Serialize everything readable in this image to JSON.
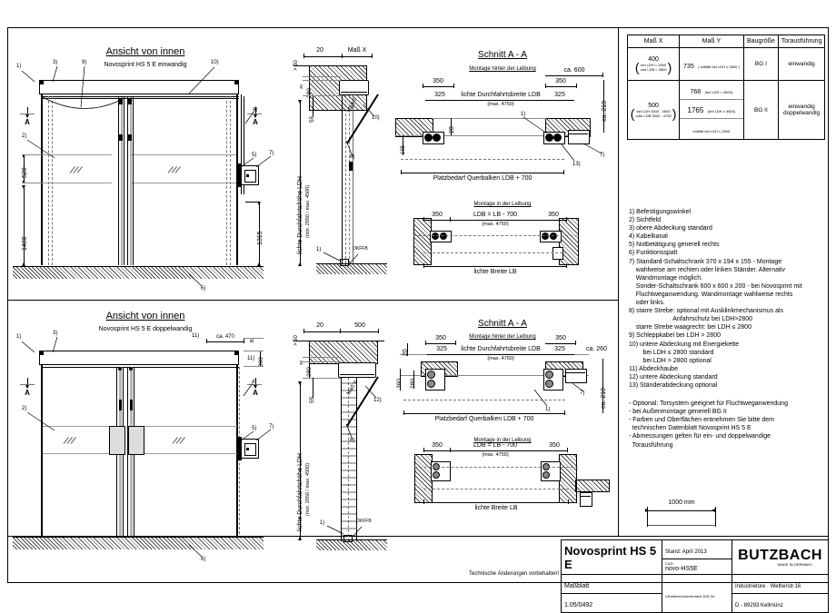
{
  "sheet": {
    "scale_bar_label": "1000 mm"
  },
  "table": {
    "headers": [
      "Maß X",
      "Maß Y",
      "Baugröße",
      "Torausführung"
    ],
    "rows": [
      {
        "mass_x_main": "400",
        "mass_x_note1": "bei LDH < 3300",
        "mass_x_note2": "und LDB < 3500",
        "mass_y": [
          {
            "value": "735",
            "note": "( entfällt bei LDH ≤ 2800 )"
          }
        ],
        "baugroesse": "BG I",
        "torausfuehrung": [
          "einwandig"
        ]
      },
      {
        "mass_x_main": "500",
        "mass_x_note1": "bei LDH  3300 - 4500",
        "mass_x_note2": "oder LDB  3500 - 4750",
        "mass_y": [
          {
            "value": "768",
            "note": "(bei LDH < 3600)"
          },
          {
            "value": "1765",
            "note": "(bei LDH ≥ 3600)"
          },
          {
            "value": "",
            "note": "entfällt bei LDH ≤ 2800"
          }
        ],
        "baugroesse": "BG II",
        "torausfuehrung": [
          "einwandig",
          "doppelwandig"
        ]
      }
    ]
  },
  "notes": {
    "items": [
      "1) Befestigungswinkel",
      "2) Sichtfeld",
      "3) obere Abdeckung standard",
      "4) Kabelkanal",
      "5) Notbetätigung generell rechts",
      "6) Funktionsspalt",
      "7) Standard-Schaltschrank 370 x 194 x 155 - Montage",
      "    wahlweise am rechten oder linken Ständer. Alternativ",
      "    Wandmontage möglich.",
      "    Sonder-Schaltschrank 600 x 600 x 200 - bei Novosprint mit",
      "    Fluchtweganwendung. Wandmontage wahlweise rechts",
      "    oder links.",
      "8) starre Strebe: optional mit Ausklinkmechanismus als",
      "                         Anfahrschutz bei LDH>2800",
      "    starre Strebe waagrecht: bei LDH ≤ 2800",
      "9) Schleppkabel bei LDH > 2800",
      "10) untere Abdeckung mit Energiekette",
      "        bei LDH ≤ 2800 standard",
      "        bei LDH > 2800 optional",
      "11) Abdeckhaube",
      "12) untere Abdeckung standard",
      "13) Ständerabdeckung optional"
    ],
    "footnotes": [
      "- Optional: Torsystem geeignet für Fluchtweganwendung",
      "- bei Außenmontage generell BG II",
      "- Farben und Oberflächen entnehmen Sie bitte dem",
      "  technischen Datenblatt Novosprint HS 5 E",
      "- Abmessungen gelten für ein- und doppelwandige",
      "  Torausführung"
    ]
  },
  "view_top": {
    "title": "Ansicht von innen",
    "subtitle": "Novosprint HS 5 E einwandig",
    "dims": {
      "d520": "520",
      "d1480": "1480",
      "d1315": "1315"
    },
    "section_mark": "A",
    "callouts": [
      "1)",
      "3)",
      "9)",
      "10)",
      "4)",
      "5)",
      "7)",
      "2)",
      "6)"
    ]
  },
  "view_bottom": {
    "title": "Ansicht von innen",
    "subtitle": "Novosprint HS 5 E doppelwandig",
    "dims": {
      "d470": "ca. 470",
      "d30": "30",
      "d300": "300"
    },
    "section_mark": "A",
    "callouts": [
      "1)",
      "3)",
      "11)",
      "4)",
      "5)",
      "7)",
      "2)",
      "6)"
    ]
  },
  "vsection_top": {
    "d50": "> 50",
    "d20": "20",
    "massx": "Maß X",
    "d30": "30",
    "d280": "280",
    "d55": "55",
    "ldh": "lichte Durchfahrtshöhe LDH",
    "ldh_note": "(min. 2050 / max. 4500)",
    "massy": "Maß Y",
    "okffb": "OKFFB",
    "callouts": [
      "10)",
      "8)",
      "1)"
    ]
  },
  "vsection_bottom": {
    "d50": "> 50",
    "d20": "20",
    "d500": "500",
    "d30": "30",
    "d280": "280",
    "d55": "55",
    "ldh": "lichte Durchfahrtshöhe LDH",
    "ldh_note": "(min. 2050 / max. 4500)",
    "massy": "Maß Y",
    "okffb": "OKFFB",
    "callouts": [
      "12)",
      "8)",
      "1)"
    ]
  },
  "schnitt_top": {
    "title": "Schnitt A - A",
    "subtitle": "Montage hinter der Leibung",
    "d350_l": "350",
    "d325_l": "325",
    "ldb": "lichte Durchfahrtsbreite LDB",
    "ldb_note": "(max. 4750)",
    "d350_r": "350",
    "d325_r": "325",
    "d600": "ca. 600",
    "d210": "ca. 210",
    "d20": "20",
    "d195": "195",
    "platzbedarf": "Platzbedarf Querbalken LDB + 700",
    "callouts": [
      "1)",
      "7)",
      "13)"
    ]
  },
  "schnitt_top2": {
    "subtitle": "Montage in der Leibung",
    "d350_l": "350",
    "ldb": "LDB = LB - 700",
    "ldb_note": "(max. 4750)",
    "d350_r": "350",
    "lb": "lichte Breite LB"
  },
  "schnitt_bot": {
    "title": "Schnitt A - A",
    "subtitle": "Montage hinter der Leibung",
    "d350_l": "350",
    "d325_l": "325",
    "ldb": "lichte Durchfahrtsbreite LDB",
    "ldb_note": "(max. 4750)",
    "d350_r": "350",
    "d325_r": "325",
    "d260": "ca. 260",
    "d210": "ca. 210",
    "d20": "20",
    "d360": "360",
    "d280": "280",
    "platzbedarf": "Platzbedarf Querbalken LDB + 700",
    "callouts": [
      "1)",
      "7)"
    ]
  },
  "schnitt_bot2": {
    "subtitle": "Montage in der Leibung",
    "d350_l": "350",
    "ldb": "LDB = LB - 700",
    "ldb_note": "(max. 4750)",
    "d350_r": "350",
    "lb": "lichte Breite LB"
  },
  "titleblock": {
    "disclaimer": "Technische Änderungen vorbehalten!",
    "product": "Novosprint HS 5 E",
    "doctype": "Maßblatt",
    "docnumber": "1.05/0492",
    "stand": "Stand: April 2013",
    "cad_label": "CAD:",
    "cad_value": "novo-HS5E",
    "copyright": "Urheberschutzvermerk DIN 34",
    "company": "BUTZBACH",
    "company_tag": "MADE IN GERMANY",
    "addr1": "Industrietore · Welherstr.16",
    "addr2": "D - 89293 Kellmünz"
  }
}
